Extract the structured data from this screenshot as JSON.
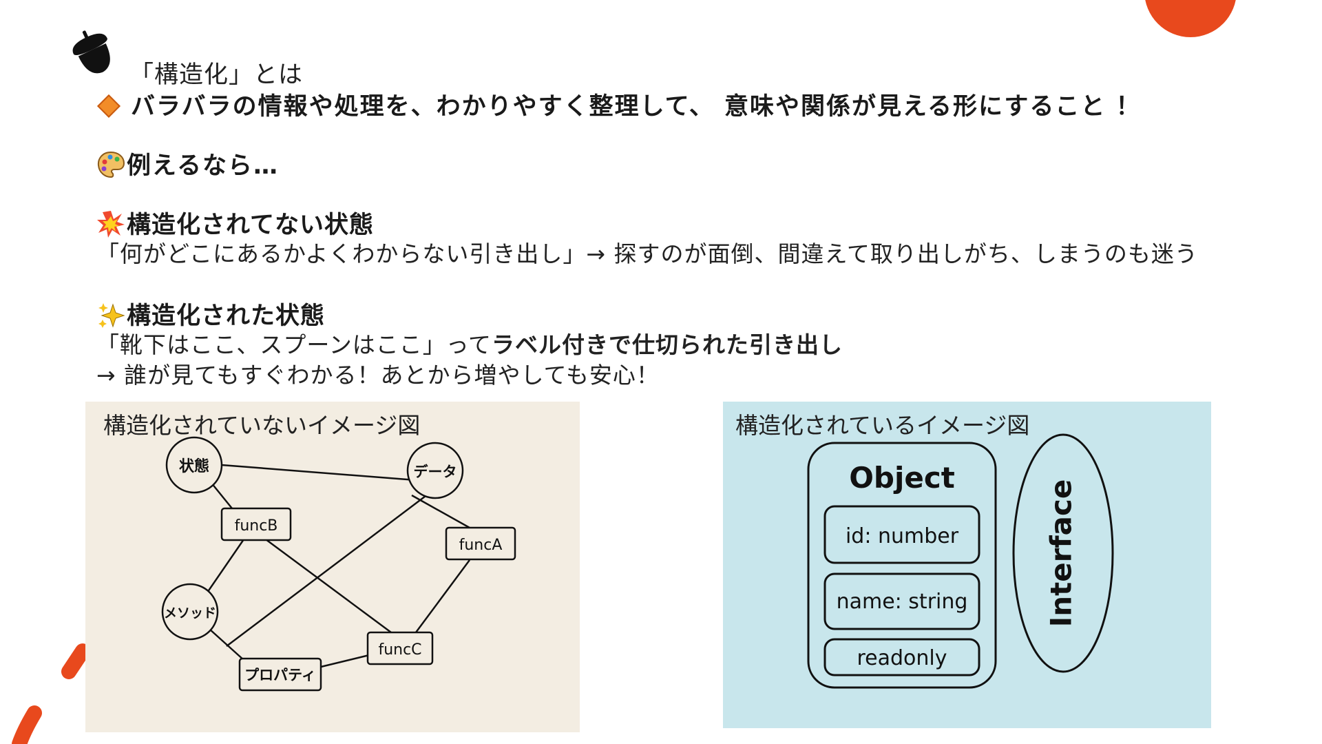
{
  "slide": {
    "title": "「構造化」とは",
    "lead": "バラバラの情報や処理を、わかりやすく整理して、 意味や関係が見える形にすること ！",
    "example_heading": "例えるなら…",
    "unstructured": {
      "heading": "構造化されてない状態",
      "body": "「何がどこにあるかよくわからない引き出し」→ 探すのが面倒、間違えて取り出しがち、しまうのも迷う"
    },
    "structured": {
      "heading": "構造化された状態",
      "body_prefix": "「靴下はここ、スプーンはここ」って",
      "body_bold": "ラベル付きで仕切られた引き出し",
      "body_line2": "→ 誰が見てもすぐわかる！あとから増やしても安心！"
    }
  },
  "diagram_unstructured": {
    "caption": "構造化されていないイメージ図",
    "nodes": {
      "state": "状態",
      "data": "データ",
      "funcB": "funcB",
      "funcA": "funcA",
      "method": "メソッド",
      "funcC": "funcC",
      "property": "プロパティ"
    }
  },
  "diagram_structured": {
    "caption": "構造化されているイメージ図",
    "object_title": "Object",
    "fields": [
      "id: number",
      "name: string",
      "readonly"
    ],
    "interface_label": "Interface"
  },
  "colors": {
    "accent": "#e8491d",
    "panel_left": "#f3ede2",
    "panel_right": "#c8e6ec"
  }
}
